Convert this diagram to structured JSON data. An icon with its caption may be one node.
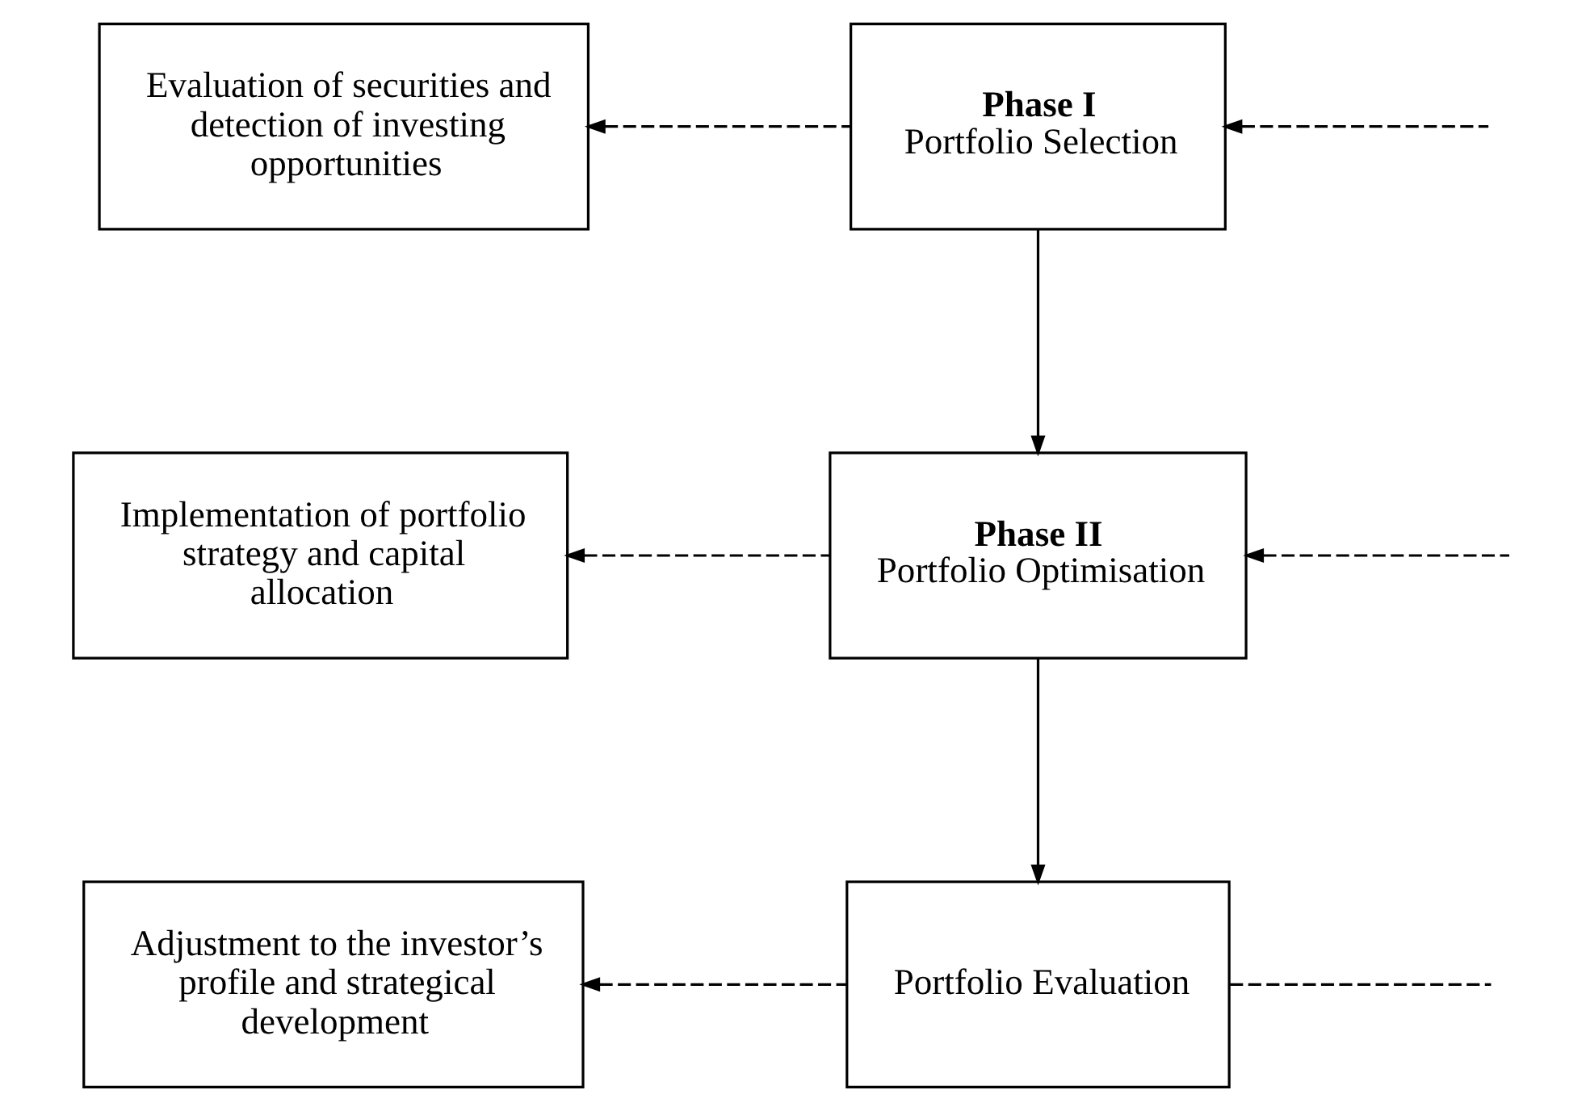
{
  "diagram": {
    "nodes": [
      {
        "text": [
          "Evaluation of securities and detection of investing opportunities"
        ]
      },
      {
        "text": [
          "Phase I",
          "Portfolio Selection"
        ]
      },
      {
        "text": [
          "Implementation of portfolio strategy and capital allocation"
        ]
      },
      {
        "text": [
          "Phase II",
          "Portfolio Optimisation"
        ]
      },
      {
        "text": [
          "Adjustment to the investor’s profile and strategical development"
        ]
      },
      {
        "text": [
          "Portfolio Evaluation"
        ]
      }
    ],
    "edges": [
      {
        "from": 1,
        "to": 0,
        "arrow": "to",
        "style": "dashed"
      },
      {
        "from": null,
        "to": 1,
        "arrow": "to",
        "style": "dashed"
      },
      {
        "from": 1,
        "to": 3,
        "arrow": "to"
      },
      {
        "from": 3,
        "to": 2,
        "arrow": "to",
        "style": "dashed"
      },
      {
        "from": null,
        "to": 3,
        "arrow": "to",
        "style": "dashed"
      },
      {
        "from": 3,
        "to": 5,
        "arrow": "to"
      },
      {
        "from": 5,
        "to": 4,
        "arrow": "to",
        "style": "dashed"
      },
      {
        "from": 5,
        "to": null,
        "arrow": "none",
        "style": "dashed"
      }
    ]
  }
}
